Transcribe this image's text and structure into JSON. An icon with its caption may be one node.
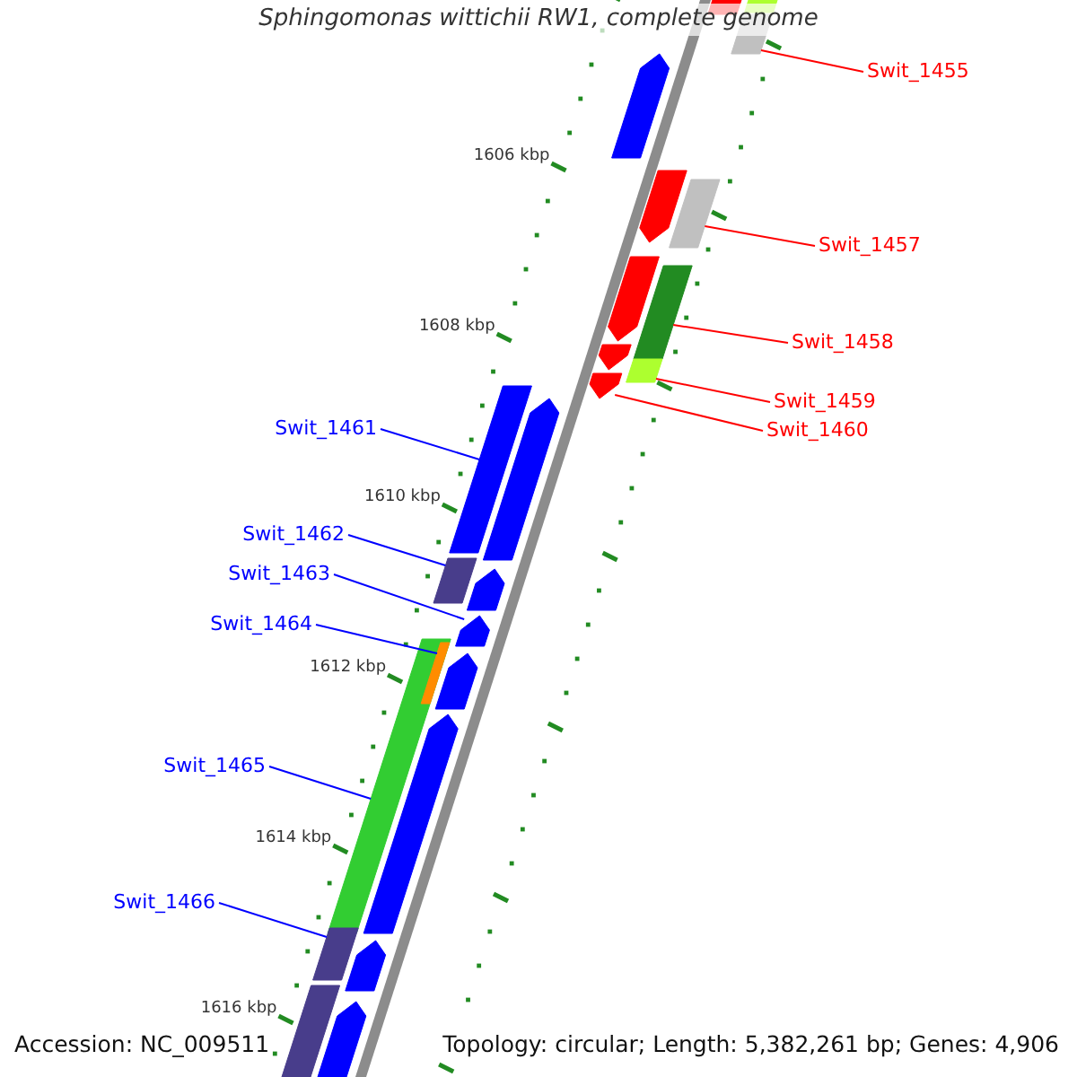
{
  "diagram": {
    "title": "Sphingomonas wittichii RW1, complete genome",
    "nodes": [
      {
        "text": [
          "Swit_1455"
        ]
      },
      {
        "text": [
          "Swit_1457"
        ]
      },
      {
        "text": [
          "Swit_1458"
        ]
      },
      {
        "text": [
          "Swit_1459"
        ]
      },
      {
        "text": [
          "Swit_1460"
        ]
      },
      {
        "text": [
          "Swit_1461"
        ]
      },
      {
        "text": [
          "Swit_1462"
        ]
      },
      {
        "text": [
          "Swit_1463"
        ]
      },
      {
        "text": [
          "Swit_1464"
        ]
      },
      {
        "text": [
          "Swit_1465"
        ]
      },
      {
        "text": [
          "Swit_1466"
        ]
      },
      {
        "text": [],
        "shape": "bar"
      },
      {
        "text": [],
        "shape": "bar"
      },
      {
        "text": [],
        "shape": "bar"
      },
      {
        "text": [],
        "shape": "bar"
      },
      {
        "text": [],
        "shape": "bar"
      },
      {
        "text": [],
        "shape": "bar"
      },
      {
        "text": [],
        "shape": "bar"
      },
      {
        "text": [],
        "shape": "bar"
      },
      {
        "text": [],
        "shape": "bar"
      },
      {
        "text": [],
        "shape": "bar"
      },
      {
        "text": [],
        "shape": "bar"
      },
      {
        "text": [],
        "shape": "bar"
      },
      {
        "text": [],
        "shape": "bar"
      },
      {
        "text": [],
        "shape": "bar"
      },
      {
        "text": [],
        "shape": "bar"
      },
      {
        "text": [],
        "shape": "bar"
      },
      {
        "text": [],
        "shape": "bar"
      },
      {
        "text": [],
        "shape": "bar",
        "in": 27
      },
      {
        "text": [],
        "shape": "bar"
      },
      {
        "text": [],
        "shape": "bar"
      },
      {
        "text": [],
        "shape": "bar"
      },
      {
        "text": [],
        "shape": "bar"
      },
      {
        "text": [],
        "shape": "bar"
      },
      {
        "text": [],
        "shape": "bar"
      }
    ],
    "edges": [
      {
        "from": 0,
        "to": 13,
        "arrow": "none",
        "color": "#ff0000"
      },
      {
        "from": 1,
        "to": 16,
        "arrow": "none",
        "color": "#ff0000"
      },
      {
        "from": 2,
        "to": 18,
        "arrow": "none",
        "color": "#ff0000"
      },
      {
        "from": 3,
        "to": 20,
        "arrow": "none",
        "color": "#ff0000"
      },
      {
        "from": 4,
        "to": 21,
        "arrow": "none",
        "color": "#ff0000"
      },
      {
        "from": 5,
        "to": 22,
        "arrow": "none"
      },
      {
        "from": 6,
        "to": 24,
        "arrow": "none"
      },
      {
        "from": 7,
        "to": 26,
        "arrow": "none"
      },
      {
        "from": 8,
        "to": 28,
        "arrow": "none"
      },
      {
        "from": 9,
        "to": 27,
        "arrow": "none"
      },
      {
        "from": 10,
        "to": 31,
        "arrow": "none"
      }
    ],
    "labels": [
      "1606 kbp",
      "1608 kbp",
      "1610 kbp",
      "1612 kbp",
      "1614 kbp",
      "1616 kbp",
      "Accession: NC_009511",
      "Topology: circular; Length: 5,382,261 bp; Genes: 4,906"
    ]
  }
}
